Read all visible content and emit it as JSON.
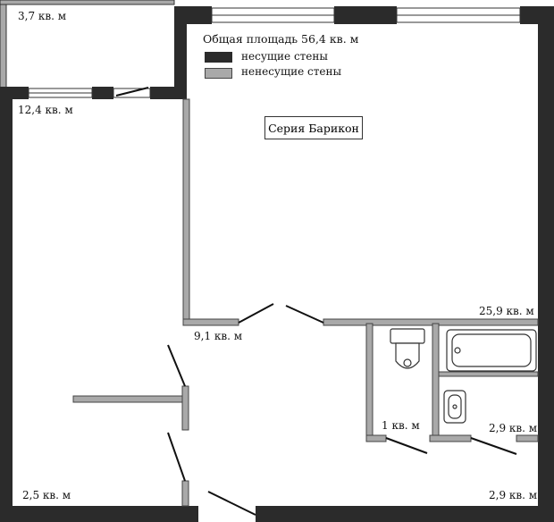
{
  "plan": {
    "total_area": "Общая площадь  56,4 кв. м",
    "legend": [
      {
        "label": "несущие стены",
        "color": "#2b2b2b"
      },
      {
        "label": "ненесущие стены",
        "color": "#a9a9a9"
      }
    ],
    "series": "Серия Барикон",
    "rooms": {
      "loggia": "3,7 кв. м",
      "kitchen": "12,4 кв. м",
      "living_room": "25,9 кв. м",
      "hallway": "9,1 кв. м",
      "toilet": "1 кв. м",
      "bathroom_top": "2,9 кв. м",
      "corridor": "2,5 кв. м",
      "bathroom_bottom": "2,9 кв. м"
    }
  }
}
